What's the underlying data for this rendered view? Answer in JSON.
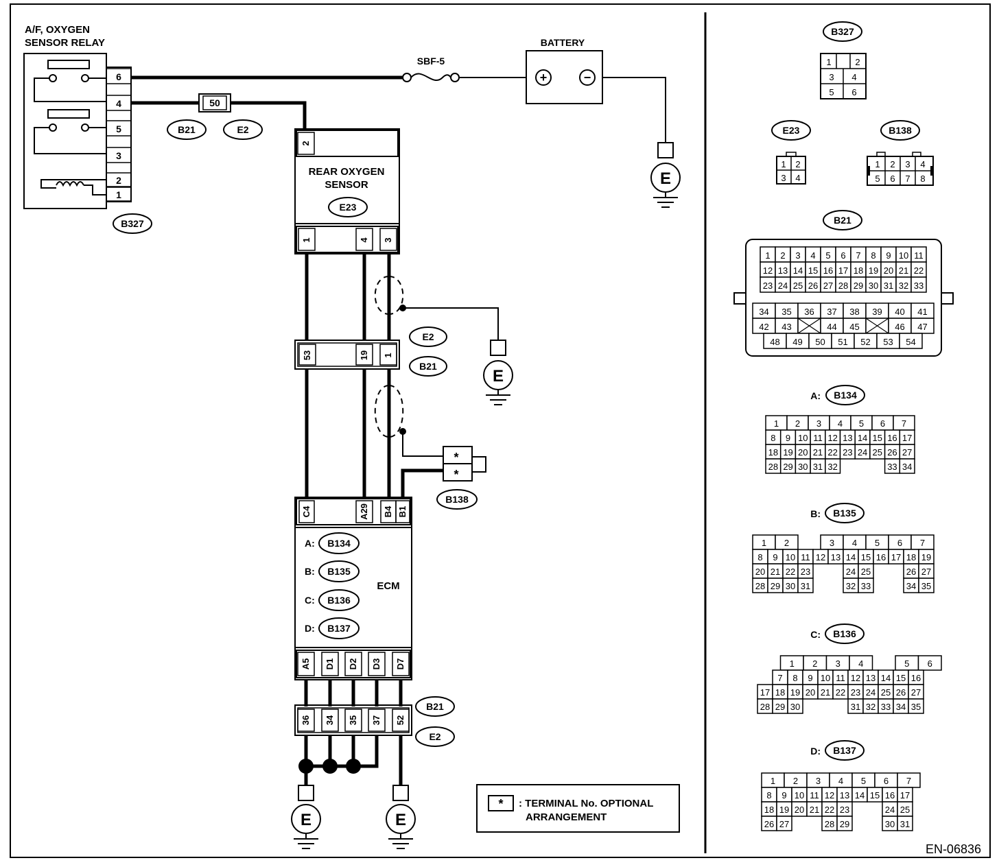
{
  "title": "",
  "diagram_id": "EN-06836",
  "relay": {
    "title_line1": "A/F, OXYGEN",
    "title_line2": "SENSOR RELAY",
    "connector": "B327",
    "pins": [
      "6",
      "4",
      "5",
      "3",
      "2",
      "1"
    ]
  },
  "fuse": {
    "label": "SBF-5"
  },
  "battery": {
    "label": "BATTERY",
    "plus": "+",
    "minus": "−"
  },
  "joint": {
    "pin": "50",
    "tag_a": "B21",
    "tag_b": "E2"
  },
  "rear_sensor": {
    "title_line1": "REAR OXYGEN",
    "title_line2": "SENSOR",
    "connector": "E23",
    "top_pin": "2",
    "pins": [
      "1",
      "4",
      "3"
    ]
  },
  "mid_connector": {
    "pins": [
      "53",
      "19",
      "1"
    ],
    "tag_a": "E2",
    "tag_b": "B21"
  },
  "b138": {
    "tag": "B138",
    "pin_a": "*",
    "pin_b": "*"
  },
  "ecm": {
    "label": "ECM",
    "top_pins": [
      "C4",
      "A29",
      "B4",
      "B1"
    ],
    "connectors": [
      {
        "prefix": "A:",
        "name": "B134"
      },
      {
        "prefix": "B:",
        "name": "B135"
      },
      {
        "prefix": "C:",
        "name": "B136"
      },
      {
        "prefix": "D:",
        "name": "B137"
      }
    ],
    "bottom_pins": [
      "A5",
      "D1",
      "D2",
      "D3",
      "D7"
    ]
  },
  "bottom_connector": {
    "pins": [
      "36",
      "34",
      "35",
      "37",
      "52"
    ],
    "tag_a": "B21",
    "tag_b": "E2"
  },
  "ground": {
    "label": "E"
  },
  "legend": {
    "symbol": "*",
    "line1": ": TERMINAL No. OPTIONAL",
    "line2": "ARRANGEMENT"
  },
  "views": {
    "b327": {
      "name": "B327",
      "rows": [
        [
          "1",
          "",
          "2"
        ],
        [
          "3",
          "4"
        ],
        [
          "5",
          "6"
        ]
      ]
    },
    "e23": {
      "name": "E23",
      "rows": [
        [
          "1",
          "2"
        ],
        [
          "3",
          "4"
        ]
      ]
    },
    "b138": {
      "name": "B138",
      "rows": [
        [
          "1",
          "2",
          "3",
          "4"
        ],
        [
          "5",
          "6",
          "7",
          "8"
        ]
      ]
    },
    "b21": {
      "name": "B21",
      "rows_top": [
        [
          "1",
          "2",
          "3",
          "4",
          "5",
          "6",
          "7",
          "8",
          "9",
          "10",
          "11"
        ],
        [
          "12",
          "13",
          "14",
          "15",
          "16",
          "17",
          "18",
          "19",
          "20",
          "21",
          "22"
        ],
        [
          "23",
          "24",
          "25",
          "26",
          "27",
          "28",
          "29",
          "30",
          "31",
          "32",
          "33"
        ]
      ],
      "rows_bottom": [
        [
          "34",
          "35",
          "36",
          "37",
          "38",
          "39",
          "40",
          "41"
        ],
        [
          "42",
          "43",
          "X",
          "44",
          "45",
          "X",
          "46",
          "47"
        ],
        [
          "48",
          "49",
          "50",
          "51",
          "52",
          "53",
          "54"
        ]
      ]
    },
    "b134": {
      "prefix": "A:",
      "name": "B134",
      "row1": [
        "1",
        "2",
        "3",
        "4",
        "5",
        "6",
        "7"
      ],
      "rows": [
        [
          "8",
          "9",
          "10",
          "11",
          "12",
          "13",
          "14",
          "15",
          "16",
          "17"
        ],
        [
          "18",
          "19",
          "20",
          "21",
          "22",
          "23",
          "24",
          "25",
          "26",
          "27"
        ],
        [
          "28",
          "29",
          "30",
          "31",
          "32",
          "",
          "",
          "",
          "33",
          "34"
        ]
      ]
    },
    "b135": {
      "prefix": "B:",
      "name": "B135",
      "row1": [
        "1",
        "2",
        "",
        "3",
        "4",
        "5",
        "6",
        "7"
      ],
      "rows": [
        [
          "8",
          "9",
          "10",
          "11",
          "12",
          "13",
          "14",
          "15",
          "16",
          "17",
          "18",
          "19"
        ],
        [
          "20",
          "21",
          "22",
          "23",
          "",
          "",
          "24",
          "25",
          "",
          "",
          "26",
          "27"
        ],
        [
          "28",
          "29",
          "30",
          "31",
          "",
          "",
          "32",
          "33",
          "",
          "",
          "34",
          "35"
        ]
      ]
    },
    "b136": {
      "prefix": "C:",
      "name": "B136",
      "row1": [
        "",
        "1",
        "2",
        "3",
        "4",
        "",
        "5",
        "6"
      ],
      "rows": [
        [
          "",
          "7",
          "8",
          "9",
          "10",
          "11",
          "12",
          "13",
          "14",
          "15",
          "16"
        ],
        [
          "17",
          "18",
          "19",
          "20",
          "21",
          "22",
          "23",
          "24",
          "25",
          "26",
          "27"
        ],
        [
          "28",
          "29",
          "30",
          "",
          "",
          "",
          "31",
          "32",
          "33",
          "34",
          "35"
        ]
      ]
    },
    "b137": {
      "prefix": "D:",
      "name": "B137",
      "row1": [
        "1",
        "2",
        "3",
        "4",
        "5",
        "6",
        "7"
      ],
      "rows": [
        [
          "8",
          "9",
          "10",
          "11",
          "12",
          "13",
          "14",
          "15",
          "16",
          "17"
        ],
        [
          "18",
          "19",
          "20",
          "21",
          "22",
          "23",
          "",
          "",
          "24",
          "25"
        ],
        [
          "26",
          "27",
          "",
          "",
          "28",
          "29",
          "",
          "",
          "30",
          "31"
        ]
      ]
    }
  }
}
